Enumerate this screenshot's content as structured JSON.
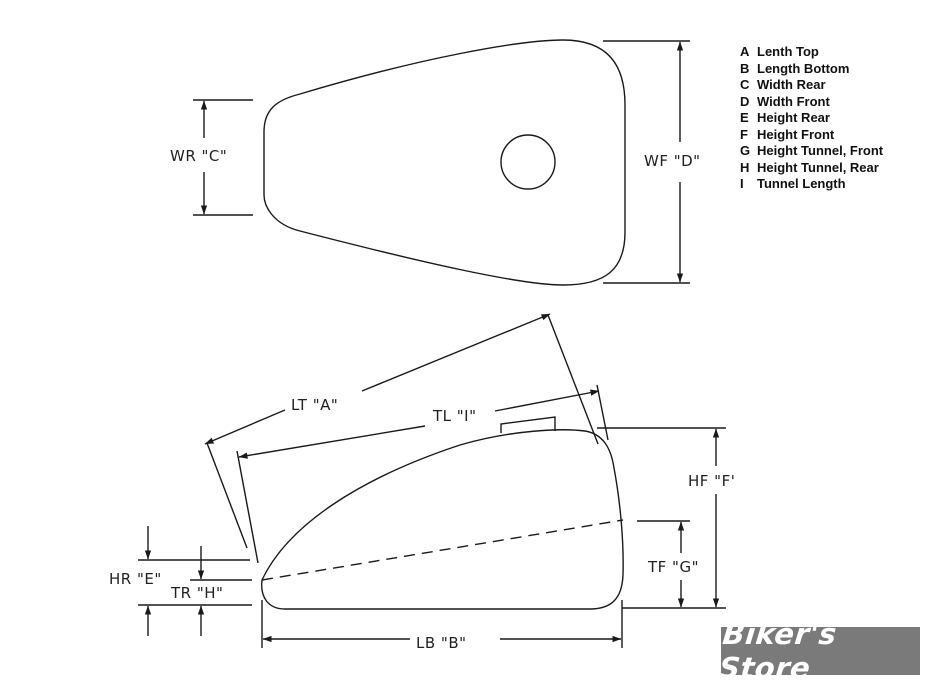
{
  "legend": [
    {
      "key": "A",
      "label": "Lenth Top"
    },
    {
      "key": "B",
      "label": "Length Bottom"
    },
    {
      "key": "C",
      "label": "Width Rear"
    },
    {
      "key": "D",
      "label": "Width Front"
    },
    {
      "key": "E",
      "label": "Height Rear"
    },
    {
      "key": "F",
      "label": "Height Front"
    },
    {
      "key": "G",
      "label": "Height Tunnel, Front"
    },
    {
      "key": "H",
      "label": "Height Tunnel, Rear"
    },
    {
      "key": "I",
      "label": "Tunnel Length"
    }
  ],
  "dimension_labels": {
    "wr": "WR  \"C\"",
    "wf": "WF  \"D\"",
    "lt": "LT  \"A\"",
    "tl": "TL  \"I\"",
    "hf": "HF  \"F'",
    "tf": "TF  \"G\"",
    "hr": "HR  \"E\"",
    "tr": "TR  \"H\"",
    "lb": "LB  \"B\""
  },
  "watermark": "Biker's Store",
  "colors": {
    "line": "#1a1a1a",
    "logo_bg": "#7a7a7a",
    "logo_text": "#ffffff"
  }
}
